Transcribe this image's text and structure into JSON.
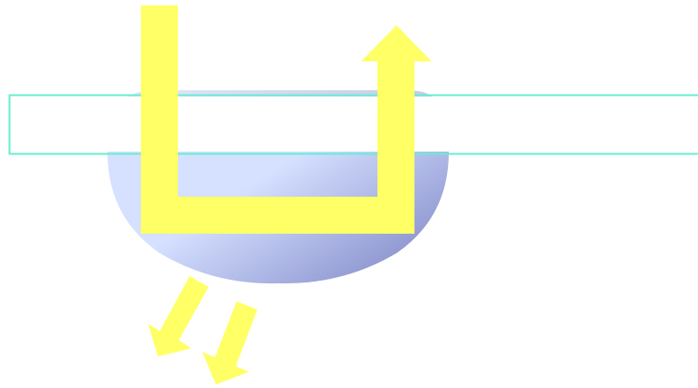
{
  "diagram": {
    "colors": {
      "background": "#ffffff",
      "slab_outline": "#66eed2",
      "slab_fill": "#ffffff",
      "lens_light": "#d6e0ff",
      "lens_mid": "#b9c6f2",
      "lens_dark": "#8e96cf",
      "arrow_fill": "#ffff66"
    },
    "elements": [
      {
        "name": "slab-rectangle"
      },
      {
        "name": "lens-dome"
      },
      {
        "name": "u-path-arrow",
        "direction": "down-then-right-then-up"
      },
      {
        "name": "emission-arrow-left",
        "direction": "down-left"
      },
      {
        "name": "emission-arrow-right",
        "direction": "down-left"
      }
    ],
    "text": []
  }
}
